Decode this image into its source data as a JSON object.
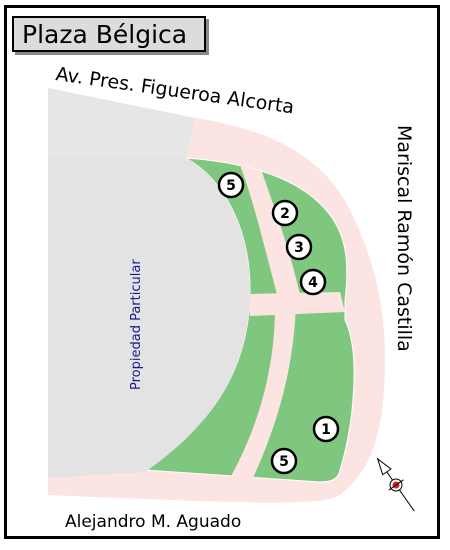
{
  "title": "Plaza Bélgica",
  "streets": {
    "top": "Av. Pres. Figueroa Alcorta",
    "right": "Mariscal Ramón Castilla",
    "bottom": "Alejandro M. Aguado"
  },
  "private_area": "Propiedad Particular",
  "markers": [
    {
      "id": "marker-5-top",
      "label": "5"
    },
    {
      "id": "marker-2",
      "label": "2"
    },
    {
      "id": "marker-3",
      "label": "3"
    },
    {
      "id": "marker-4",
      "label": "4"
    },
    {
      "id": "marker-1",
      "label": "1"
    },
    {
      "id": "marker-5-bottom",
      "label": "5"
    }
  ],
  "colors": {
    "green": "#7fc77f",
    "path": "#fbe6e4",
    "private": "#e3e3e3",
    "sidewalk": "#f6d9d6"
  },
  "compass": "compass-icon"
}
